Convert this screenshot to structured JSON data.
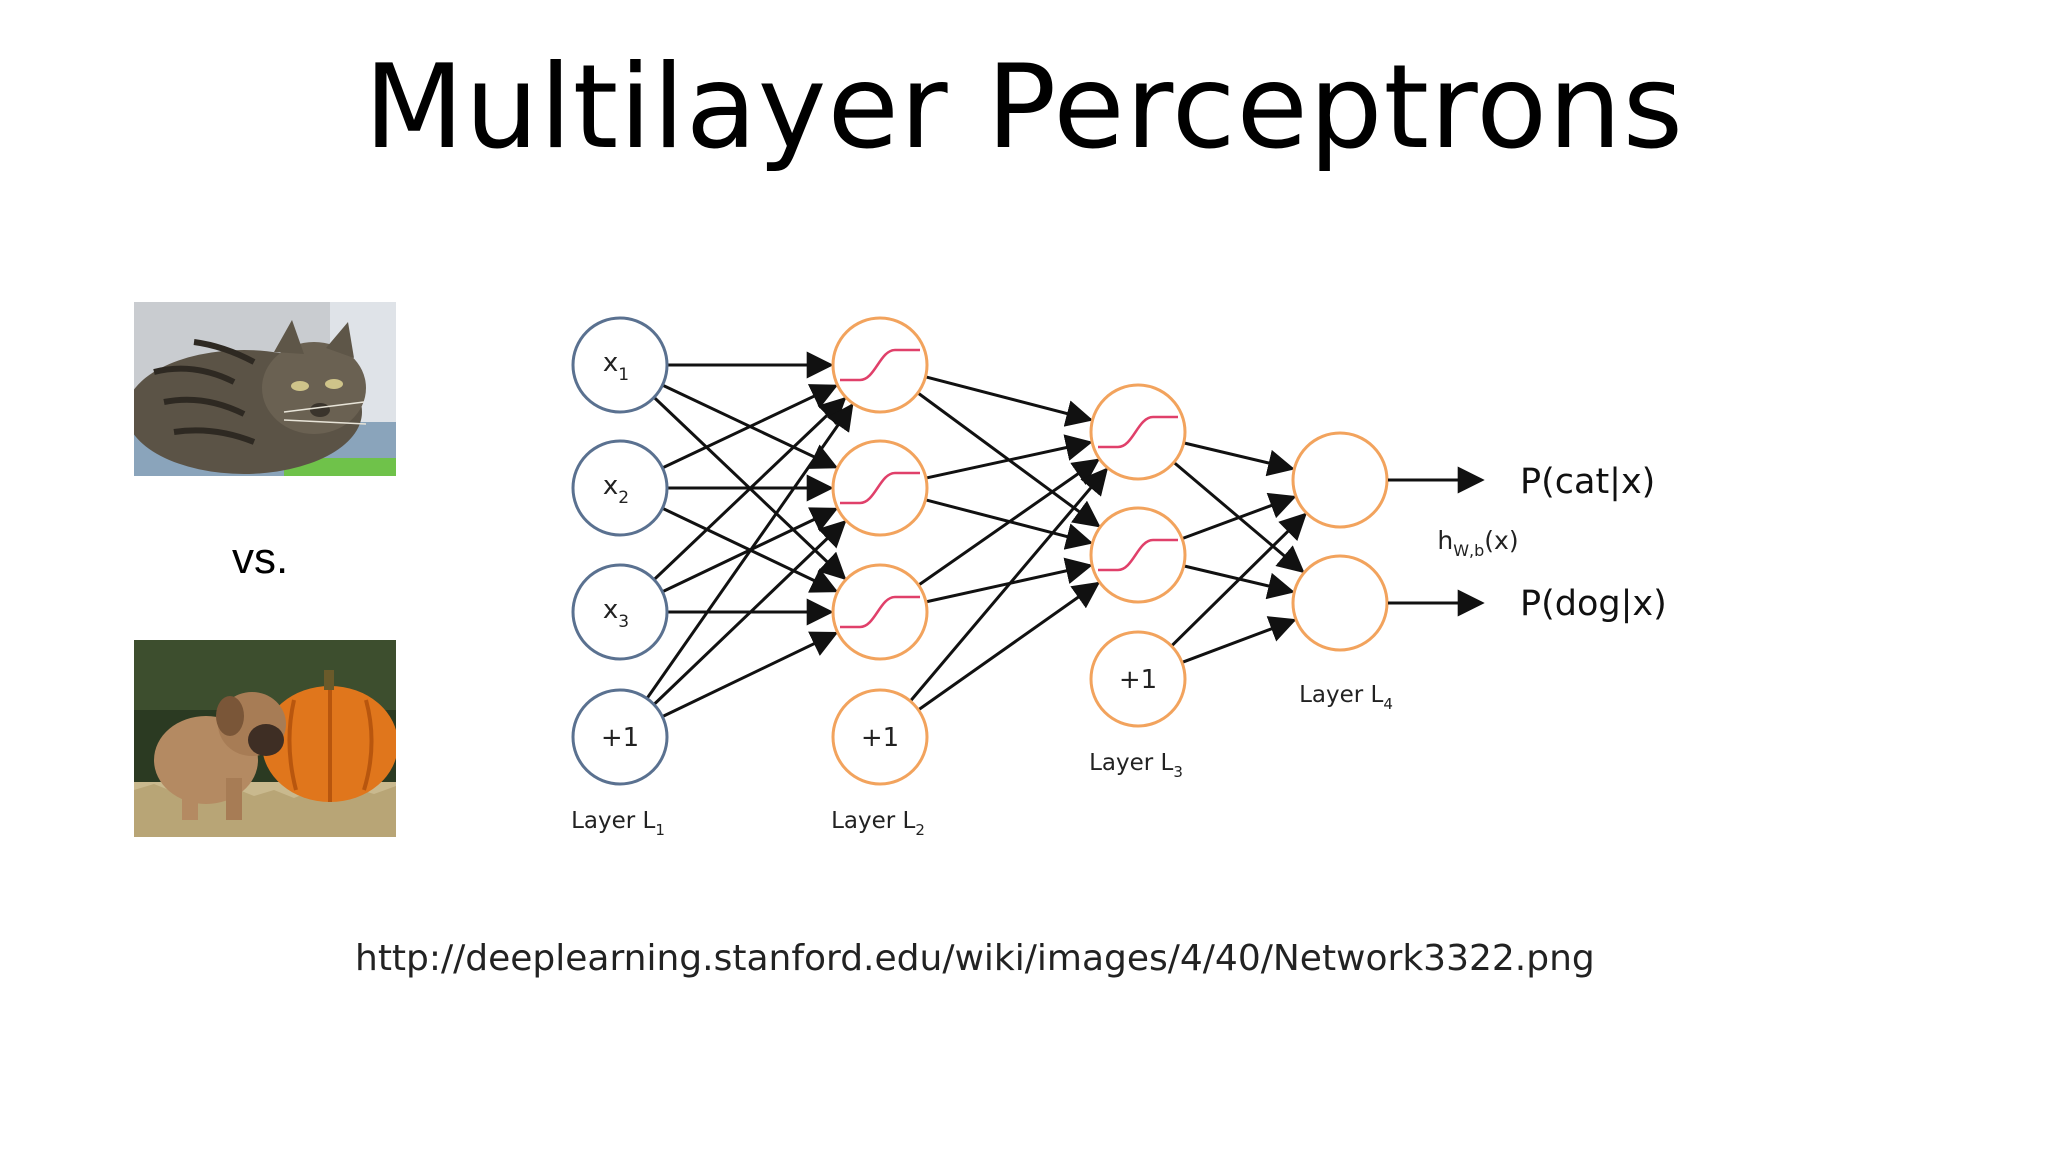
{
  "slide": {
    "title": "Multilayer Perceptrons",
    "vs_label": "vs.",
    "source_url": "http://deeplearning.stanford.edu/wiki/images/4/40/Network3322.png"
  },
  "network": {
    "layer_labels": [
      {
        "prefix": "Layer L",
        "sub": "1"
      },
      {
        "prefix": "Layer L",
        "sub": "2"
      },
      {
        "prefix": "Layer L",
        "sub": "3"
      },
      {
        "prefix": "Layer L",
        "sub": "4"
      }
    ],
    "inputs": [
      {
        "base": "x",
        "sub": "1"
      },
      {
        "base": "x",
        "sub": "2"
      },
      {
        "base": "x",
        "sub": "3"
      }
    ],
    "bias_label": "+1",
    "hypothesis": {
      "base": "h",
      "sub": "W,b",
      "suffix": "(x)"
    },
    "outputs": [
      "P(cat|x)",
      "P(dog|x)"
    ]
  },
  "colors": {
    "input_node": "#5a7190",
    "hidden_node": "#f2a35d",
    "sigmoid_curve": "#e0406a",
    "edge": "#111111"
  },
  "images": {
    "cat": "cat-photo",
    "dog": "dog-with-pumpkin-photo"
  }
}
